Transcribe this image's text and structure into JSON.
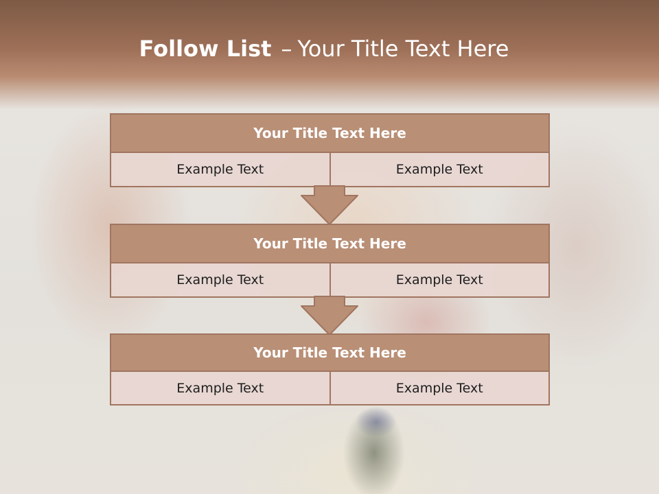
{
  "slide": {
    "title_bold": "Follow List",
    "title_separator": "–",
    "title_rest": "Your Title Text Here"
  },
  "blocks": [
    {
      "title": "Your Title Text Here",
      "left_text": "Example Text",
      "right_text": "Example Text"
    },
    {
      "title": "Your Title Text Here",
      "left_text": "Example Text",
      "right_text": "Example Text"
    },
    {
      "title": "Your Title Text Here",
      "left_text": "Example Text",
      "right_text": "Example Text"
    }
  ],
  "colors": {
    "header": "#9e7058",
    "block_title_fill": "#b98f76",
    "block_border": "#a07560",
    "cell_fill": "#e8d6d0",
    "arrow_fill": "#b98f76"
  },
  "icons": {
    "connector": "down-arrow-icon"
  }
}
